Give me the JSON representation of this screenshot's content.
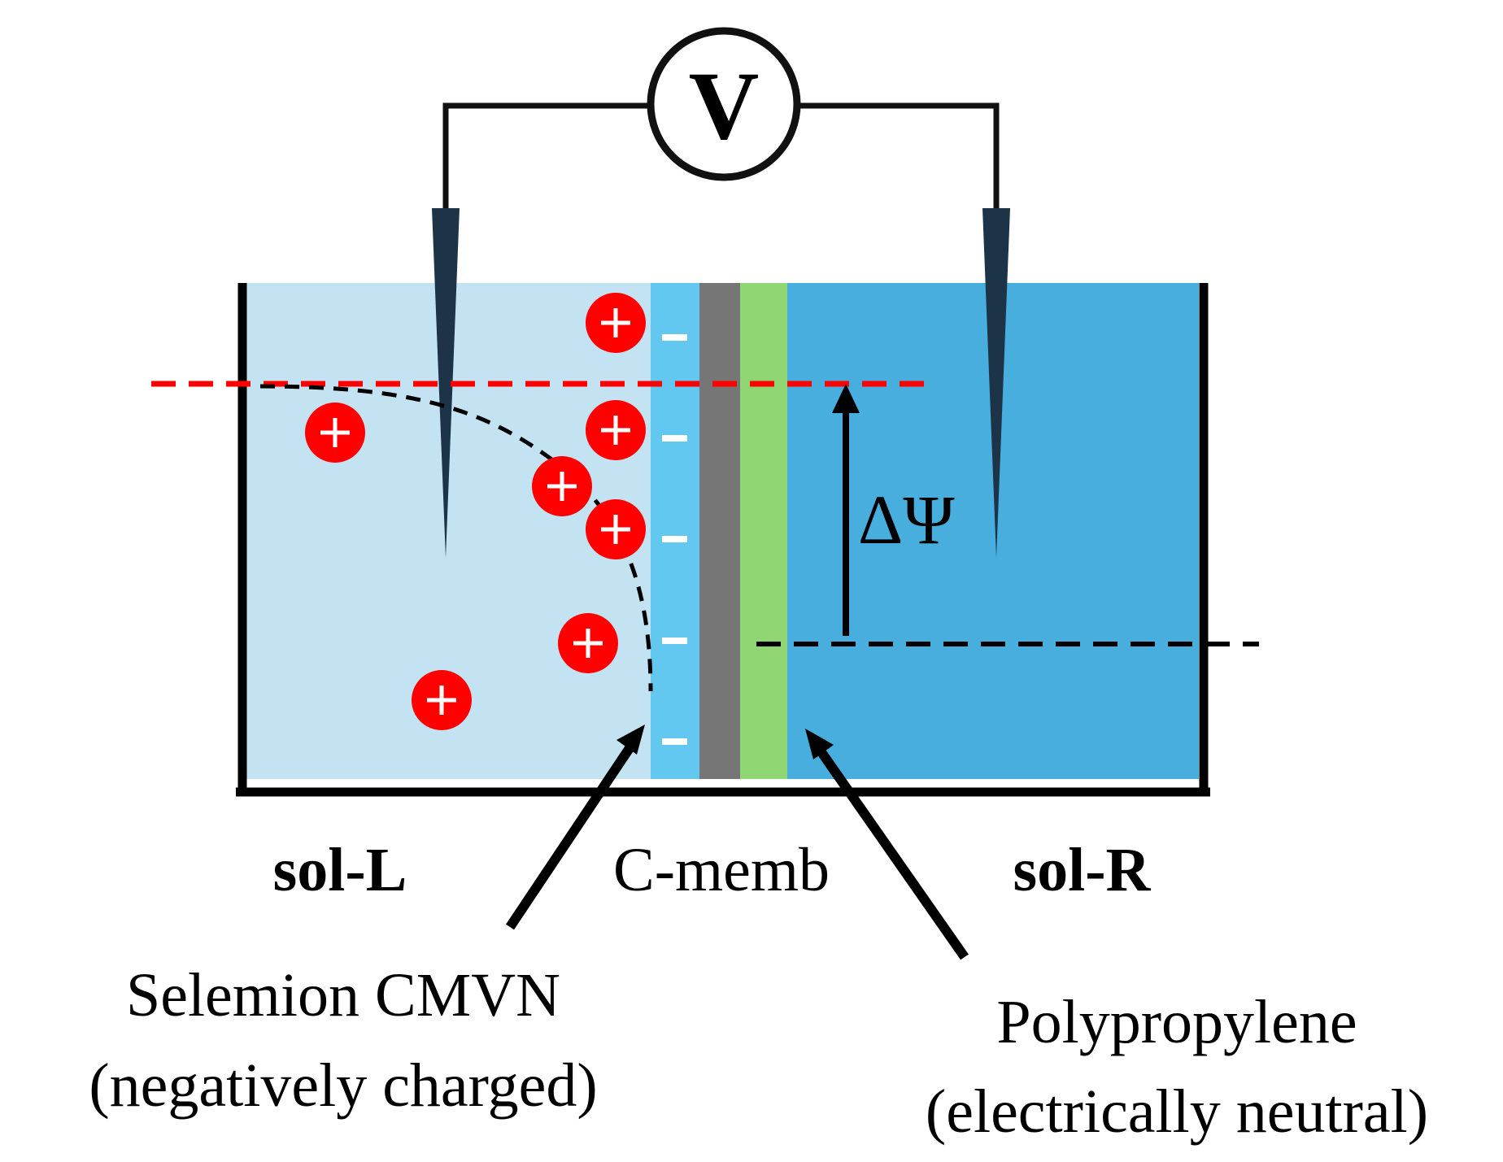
{
  "voltmeter": {
    "symbol": "V"
  },
  "potential": {
    "symbol": "ΔΨ"
  },
  "regions": {
    "left": "sol-L",
    "membrane": "C-memb",
    "right": "sol-R"
  },
  "callouts": {
    "selemion_line1": "Selemion CMVN",
    "selemion_line2": "(negatively charged)",
    "polypropylene_line1": "Polypropylene",
    "polypropylene_line2": "(electrically neutral)"
  },
  "charges": {
    "cation": "+",
    "anion": "−"
  },
  "colors": {
    "sol_left": "#c3e3f3",
    "sol_right": "#48aedd",
    "selemion_layer": "#62c8ef",
    "carbon_layer": "#767676",
    "polypropylene_layer": "#90d673",
    "cation": "#ff0000",
    "potential_line": "#ff0000",
    "electrode": "#1d3347"
  }
}
